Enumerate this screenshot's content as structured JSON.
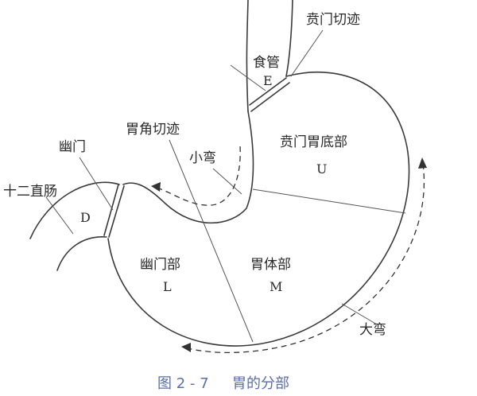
{
  "labels": {
    "cardiac_notch": "贲门切迹",
    "esophagus": "食管",
    "esophagus_letter": "E",
    "fundus_cardia": "贲门胃底部",
    "fundus_letter": "U",
    "angular_notch": "胃角切迹",
    "pylorus": "幽门",
    "lesser_curvature": "小弯",
    "duodenum": "十二直肠",
    "duodenum_letter": "D",
    "pyloric_part": "幽门部",
    "pyloric_letter": "L",
    "body": "胃体部",
    "body_letter": "M",
    "greater_curvature": "大弯"
  },
  "caption": {
    "figure_no": "图 2 - 7",
    "title": "胃的分部"
  }
}
